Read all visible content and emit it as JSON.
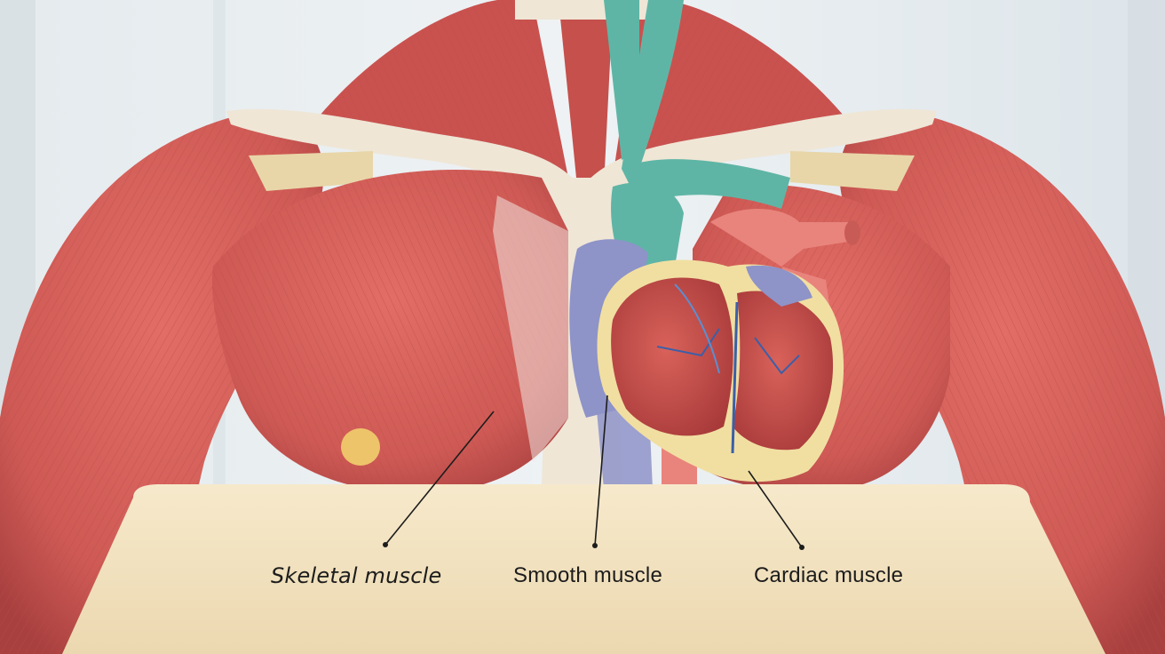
{
  "labels": {
    "skeletal": "Skeletal muscle",
    "smooth": "Smooth muscle",
    "cardiac": "Cardiac muscle"
  },
  "colors": {
    "background": "#dfe6ea",
    "muscle": "#cf5a55",
    "muscle_dark": "#a83a3a",
    "bone": "#efe6d6",
    "tendon": "#e8d6a8",
    "vein": "#8e93c8",
    "artery_teal": "#5fb5a5",
    "heart_fat": "#f1dfa2",
    "base_pad": "#f3e3c0",
    "leader_line": "#1c1c1c"
  },
  "icons": {
    "figure": "anatomical-torso-illustration",
    "heart": "heart-illustration"
  }
}
